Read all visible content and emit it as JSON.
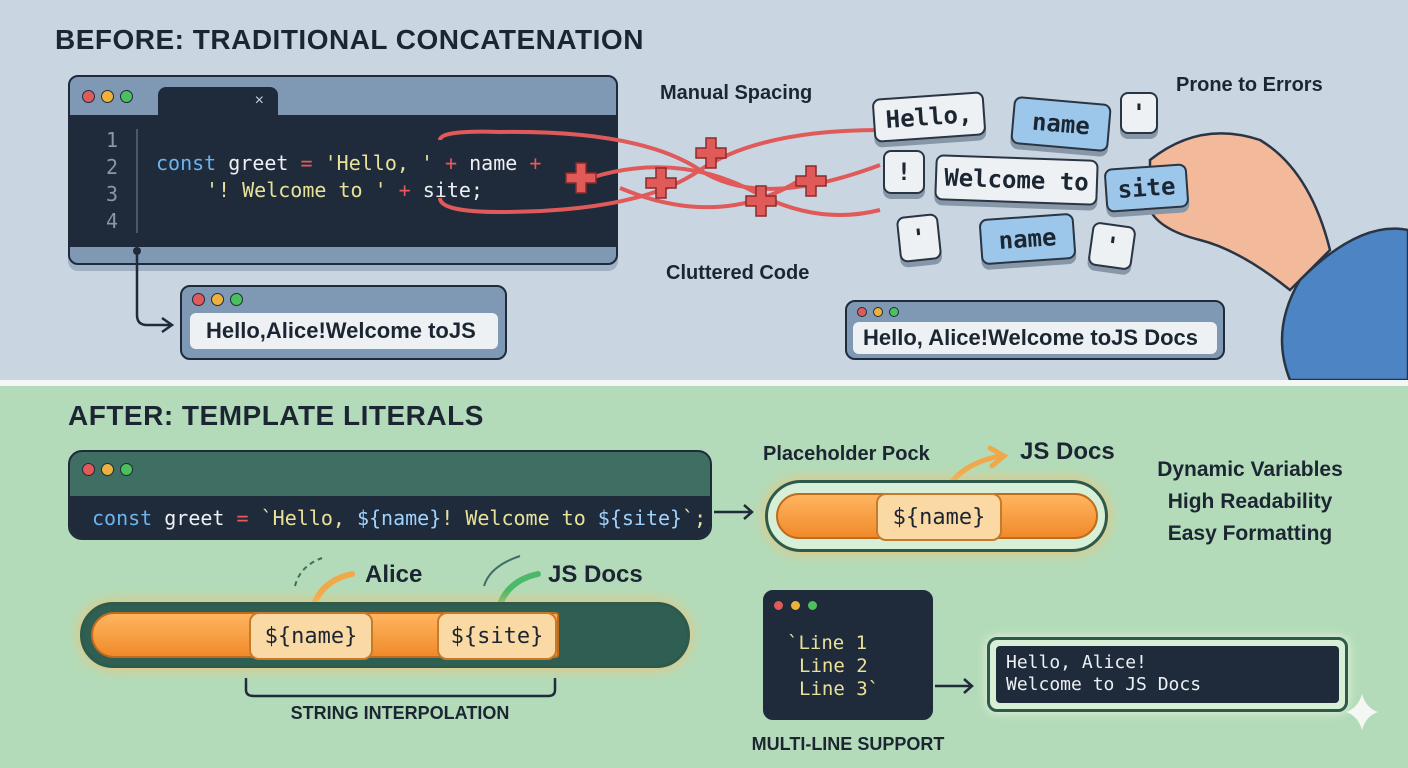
{
  "before": {
    "title": "BEFORE: TRADITIONAL CONCATENATION",
    "editor": {
      "tab_close": "×",
      "line_numbers": [
        "1",
        "2",
        "3",
        "4"
      ],
      "line2": {
        "kw": "const",
        "id": "greet",
        "eq": "=",
        "s1": "'Hello, '",
        "p1": "+",
        "v1": "name",
        "p2": "+"
      },
      "line3": {
        "s2": "'! Welcome to '",
        "p3": "+",
        "v2": "site;"
      }
    },
    "output1": "Hello,Alice!Welcome toJS",
    "labels": {
      "manual_spacing": "Manual Spacing",
      "prone": "Prone to Errors",
      "cluttered": "Cluttered Code"
    },
    "keys": [
      "Hello,",
      "name",
      "'",
      "!",
      "Welcome to",
      "site",
      "'",
      "name",
      "'"
    ],
    "output2": "Hello, Alice!Welcome toJS Docs"
  },
  "after": {
    "title": "AFTER: TEMPLATE LITERALS",
    "code": {
      "kw": "const",
      "id": "greet",
      "eq": "=",
      "a": "`Hello, ",
      "v1": "${name}",
      "b": "! Welcome to ",
      "v2": "${site}",
      "c": "`;"
    },
    "placeholder_label": "Placeholder Pock",
    "placeholder_value": "JS Docs",
    "placeholder_chip": "${name}",
    "benefits": [
      "Dynamic Variables",
      "High Readability",
      "Easy Formatting"
    ],
    "interp": {
      "chip1": "${name}",
      "chip2": "${site}",
      "val1": "Alice",
      "val2": "JS Docs",
      "caption": "STRING INTERPOLATION"
    },
    "multiline": {
      "lines": [
        "`Line 1",
        "Line 2",
        "Line 3`"
      ],
      "caption": "MULTI-LINE SUPPORT"
    },
    "result": [
      "Hello, Alice!",
      "Welcome to JS Docs"
    ]
  }
}
